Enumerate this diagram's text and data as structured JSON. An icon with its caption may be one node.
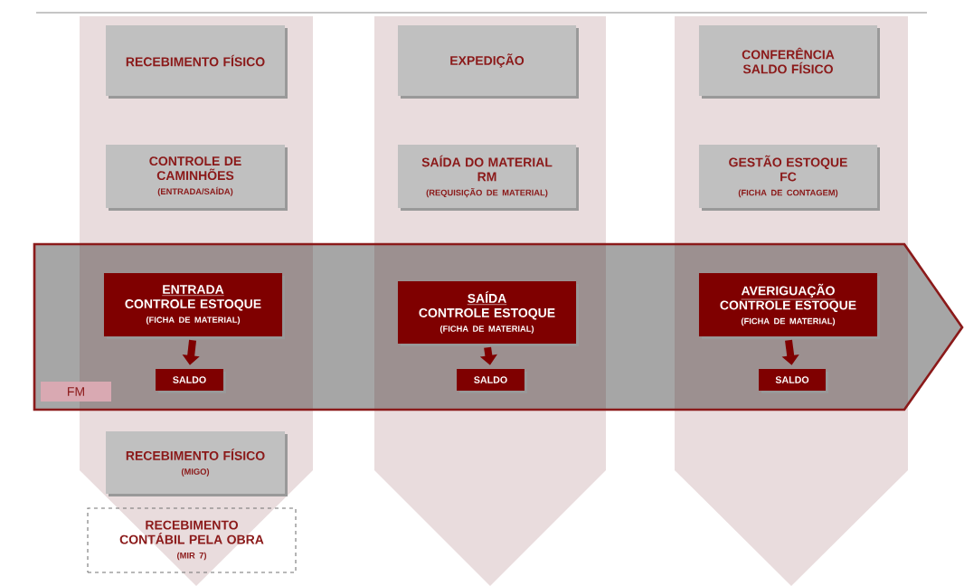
{
  "diagram": {
    "nodes": [
      {
        "text": [
          "RECEBIMENTO FÍSICO"
        ]
      },
      {
        "text": [
          "EXPEDIÇÃO"
        ]
      },
      {
        "text": [
          "CONFERÊNCIA SALDO FÍSICO"
        ]
      },
      {
        "text": [
          "CONTROLE DE CAMINHÕES",
          "(ENTRADA/SAÍDA)"
        ]
      },
      {
        "text": [
          "SAÍDA DO MATERIAL",
          "RM",
          "(REQUISIÇÃO  DE MATERIAL)"
        ]
      },
      {
        "text": [
          "GESTÃO ESTOQUE",
          "FC",
          "(FICHA DE CONTAGEM)"
        ]
      },
      {
        "text": [
          "ENTRADA",
          "CONTROLE  ESTOQUE",
          "(FICHA DE MATERIAL)"
        ]
      },
      {
        "text": [
          "SAÍDA",
          "CONTROLE  ESTOQUE",
          "(FICHA DE MATERIAL)"
        ]
      },
      {
        "text": [
          "AVERIGUAÇÃO",
          "CONTROLE  ESTOQUE",
          "(FICHA DE MATERIAL)"
        ]
      },
      {
        "text": [
          "SALDO"
        ]
      },
      {
        "text": [
          "SALDO"
        ]
      },
      {
        "text": [
          "SALDO"
        ]
      },
      {
        "text": [
          "FM"
        ]
      },
      {
        "text": [
          "RECEBIMENTO FÍSICO",
          "(MIGO)"
        ]
      },
      {
        "text": [
          "RECEBIMENTO CONTÁBIL PELA OBRA",
          "(MIR 7)"
        ]
      }
    ],
    "edges": [
      {
        "from": 6,
        "to": 9,
        "arrow": "to"
      },
      {
        "from": 7,
        "to": 10,
        "arrow": "to"
      },
      {
        "from": 8,
        "to": 11,
        "arrow": "to"
      }
    ]
  }
}
